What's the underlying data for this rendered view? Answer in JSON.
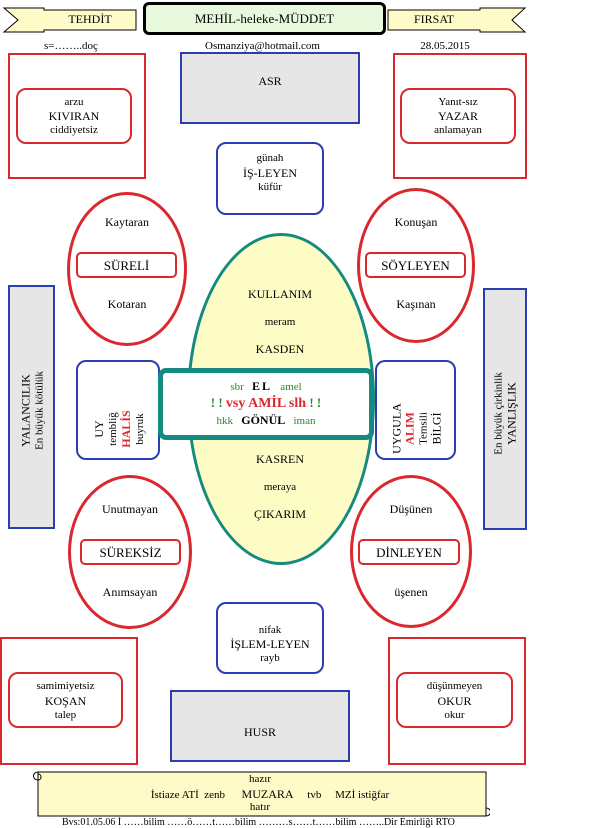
{
  "header": {
    "left_ribbon": "TEHDİT",
    "title": "MEHİL-heleke-MÜDDET",
    "right_ribbon": "FIRSAT",
    "left_note": "s=……..doç",
    "email": "Osmanziya@hotmail.com",
    "date": "28.05.2015"
  },
  "top": {
    "asr": "ASR",
    "left_box": [
      "arzu",
      "KIVIRAN",
      "ciddiyetsiz"
    ],
    "right_box": [
      "Yanıt-sız",
      "YAZAR",
      "anlamayan"
    ],
    "top_center": [
      "günah",
      "İŞ-LEYEN",
      "küfür"
    ]
  },
  "ellipses": {
    "top_left": {
      "top": "Kaytaran",
      "label": "SÜRELİ",
      "bottom": "Kotaran"
    },
    "top_right": {
      "top": "Konuşan",
      "label": "SÖYLEYEN",
      "bottom": "Kaşınan"
    },
    "bottom_left": {
      "top": "Unutmayan",
      "label": "SÜREKSİZ",
      "bottom": "Anımsayan"
    },
    "bottom_right": {
      "top": "Düşünen",
      "label": "DİNLEYEN",
      "bottom": "üşenen"
    }
  },
  "center_ellipse": {
    "top_lines": [
      "KULLANIM",
      "meram",
      "KASDEN"
    ],
    "bottom_lines": [
      "KASREN",
      "meraya",
      "ÇIKARIM"
    ]
  },
  "center_box": {
    "row1": {
      "left": "sbr",
      "center": "EL",
      "right": "amel"
    },
    "row2": {
      "left": "! !",
      "center": "vsy AMİL slh",
      "right": "! !"
    },
    "row3": {
      "left": "hkk",
      "center": "GÖNÜL",
      "right": "iman"
    }
  },
  "side_left": {
    "outer": [
      "YALANCILIK",
      "En büyük kötülük"
    ],
    "inner": [
      "UY",
      "tembliğ",
      "HALİS",
      "buyruk"
    ]
  },
  "side_right": {
    "outer": [
      "En büyük çirkinlik",
      "YANLIŞLIK"
    ],
    "inner": [
      "UYGULA",
      "ALIM",
      "Temsili",
      "BİLGİ"
    ]
  },
  "bottom": {
    "bottom_center": [
      "nifak",
      "İŞLEM-LEYEN",
      "rayb"
    ],
    "left_box": [
      "samimiyetsiz",
      "KOŞAN",
      "talep"
    ],
    "right_box": [
      "düşünmeyen",
      "OKUR",
      "okur"
    ],
    "husr": "HUSR"
  },
  "scroll": {
    "line1": "hazır",
    "line2_parts": [
      "İstiaze ATİ",
      "zenb",
      "MUZARA",
      "tvb",
      "MZİ istiğfar"
    ],
    "line3": "hatır",
    "footer": "Bvs:01.05.06   İ ……bilim ……ö……t……bilim ………s……t……bilim ……..Dir Emirliği    RTO"
  }
}
